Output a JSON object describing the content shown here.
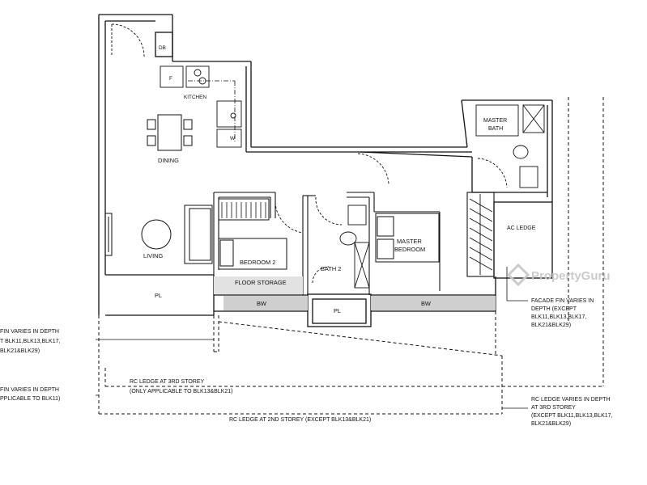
{
  "rooms": {
    "db": "DB",
    "fridge": "F",
    "kitchen": "KITCHEN",
    "washer": "W",
    "dining": "DINING",
    "living": "LIVING",
    "bedroom2": "BEDROOM 2",
    "floor_storage": "FLOOR STORAGE",
    "bath2": "BATH 2",
    "master_bedroom_l1": "MASTER",
    "master_bedroom_l2": "BEDROOM",
    "master_bath_l1": "MASTER",
    "master_bath_l2": "BATH",
    "ac_ledge": "AC LEDGE",
    "pl_left": "PL",
    "pl_mid": "PL",
    "bw_left": "BW",
    "bw_right": "BW"
  },
  "notes": {
    "left_fin_1": "FIN VARIES IN DEPTH",
    "left_fin_2": "T BLK11,BLK13,BLK17,",
    "left_fin_3": "BLK21&BLK29)",
    "left_fin2_1": "FIN VARIES IN DEPTH",
    "left_fin2_2": "PPLICABLE TO BLK11)",
    "rc3_1": "RC LEDGE AT 3RD STOREY",
    "rc3_2": "(ONLY APPLICABLE TO BLK13&BLK21)",
    "rc2": "RC LEDGE AT 2ND STOREY (EXCEPT BLK13&BLK21)",
    "facade_1": "FACADE FIN VARIES IN",
    "facade_2": "DEPTH (EXCEPT",
    "facade_3": "BLK11,BLK13,BLK17,",
    "facade_4": "BLK21&BLK29)",
    "rcv_1": "RC LEDGE VARIES IN DEPTH",
    "rcv_2": "AT 3RD STOREY",
    "rcv_3": "(EXCEPT BLK11,BLK13,BLK17,",
    "rcv_4": "BLK21&BLK29)"
  },
  "watermark": "PropertyGuru"
}
